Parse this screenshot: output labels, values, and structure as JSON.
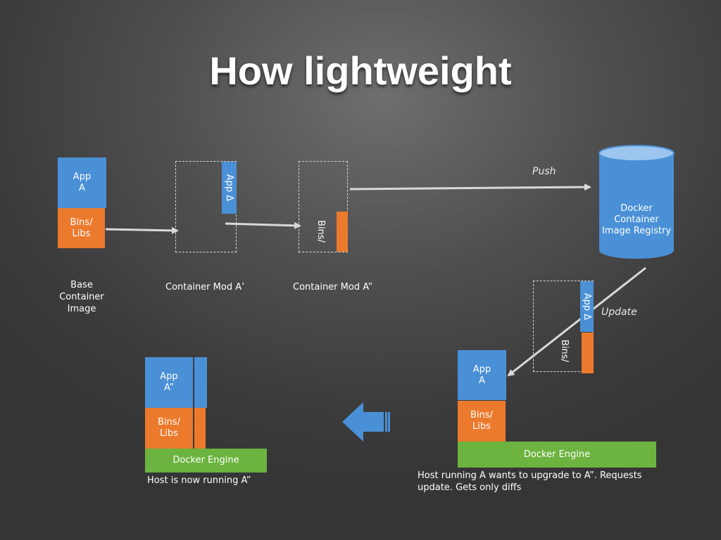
{
  "title": "How lightweight",
  "base": {
    "app_label": "App\nA",
    "bins_label": "Bins/\nLibs",
    "caption": "Base\nContainer\nImage"
  },
  "mod1": {
    "app_delta_label": "App Δ",
    "caption": "Container Mod A’"
  },
  "mod2": {
    "bins_label": "Bins/",
    "caption": "Container Mod A”"
  },
  "push_label": "Push",
  "registry_label": "Docker\nContainer\nImage Registry",
  "update_label": "Update",
  "update_pkg": {
    "app_delta_label": "App Δ",
    "bins_label": "Bins/"
  },
  "host_before": {
    "app_label": "App\nA",
    "bins_label": "Bins/\nLibs",
    "engine_label": "Docker Engine",
    "caption": "Host running A wants to upgrade to A”. Requests\nupdate. Gets only diffs"
  },
  "host_after": {
    "app_label": "App\nA”",
    "bins_label": "Bins/\nLibs",
    "engine_label": "Docker Engine",
    "caption": "Host is now running A”"
  },
  "colors": {
    "app": "#4a90d6",
    "bins": "#ec7a2c",
    "engine": "#6cb33f",
    "arrow": "#d9d9d9",
    "big_arrow": "#4a90d6"
  },
  "icons": {
    "flow_arrows": "right-arrow-icon",
    "big_arrow": "left-arrow-icon",
    "registry": "database-cylinder-icon"
  }
}
